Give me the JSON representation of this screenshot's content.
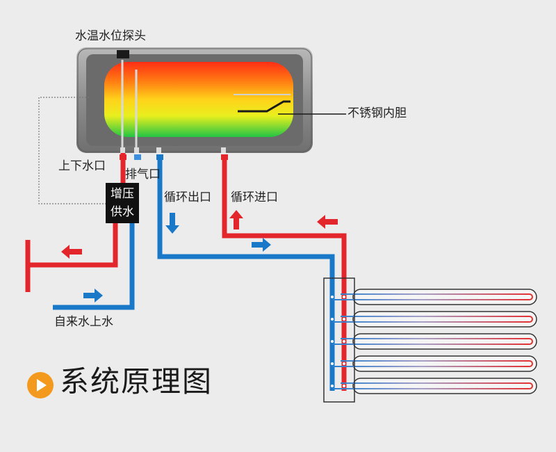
{
  "title": "系统原理图",
  "labels": {
    "probe": "水温水位探头",
    "liner": "不锈钢内胆",
    "inlet_outlet": "上下水口",
    "vent": "排气口",
    "booster_line1": "增压",
    "booster_line2": "供水",
    "loop_out": "循环出口",
    "loop_in": "循环进口",
    "tap_water": "自来水上水"
  },
  "colors": {
    "hot_pipe": "#e3262b",
    "cold_pipe": "#1a78c8",
    "tank_shell": "#8a8a8a",
    "accent": "#f39a1e",
    "background": "#ececec"
  },
  "icons": [
    "play-icon",
    "arrow-left-icon",
    "arrow-right-icon",
    "arrow-up-icon",
    "arrow-down-icon"
  ]
}
